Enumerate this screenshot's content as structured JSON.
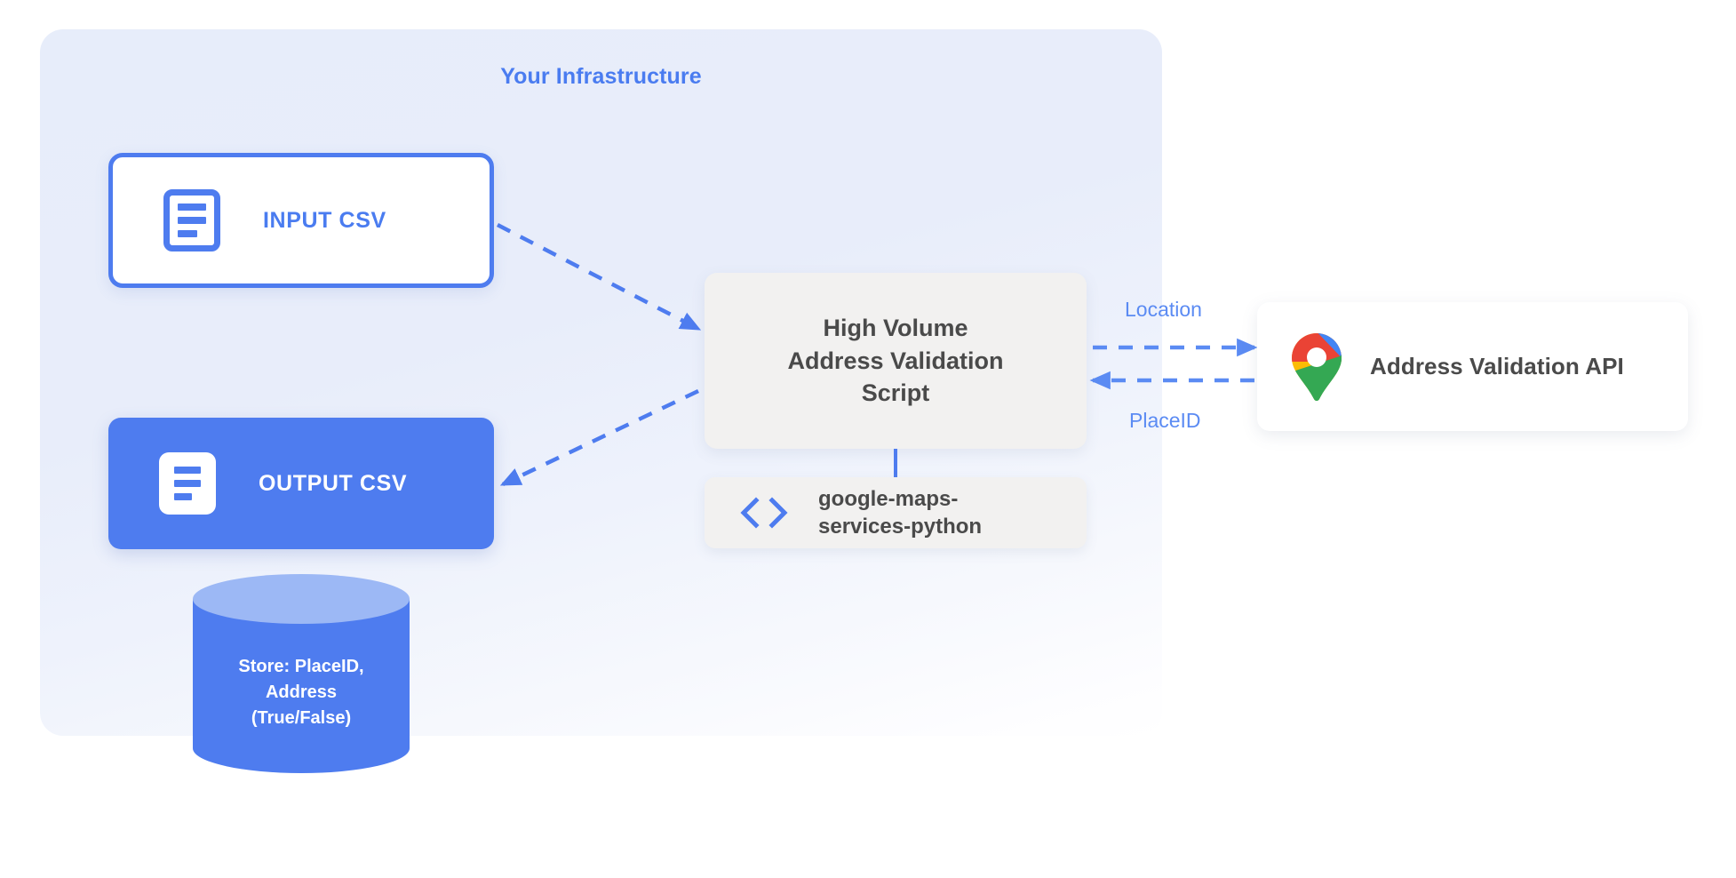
{
  "panel": {
    "title": "Your Infrastructure",
    "accent_color": "#4a7cf0",
    "background_color": "#e8edfa"
  },
  "nodes": {
    "input_csv": {
      "label": "INPUT CSV",
      "icon": "document-icon",
      "style": "outlined",
      "border_color": "#4e7cef",
      "fill_color": "#ffffff",
      "text_color": "#4a7cf0"
    },
    "output_csv": {
      "label": "OUTPUT CSV",
      "icon": "document-icon",
      "style": "filled",
      "fill_color": "#4e7cef",
      "text_color": "#ffffff"
    },
    "script": {
      "label": "High Volume\nAddress Validation\nScript",
      "fill_color": "#f2f1f0",
      "text_color": "#4a4a4a"
    },
    "library": {
      "label": "google-maps-\nservices-python",
      "icon": "code-icon",
      "fill_color": "#f2f1f0",
      "text_color": "#4a4a4a",
      "icon_color": "#4e7cef"
    },
    "api": {
      "label": "Address Validation API",
      "icon": "google-maps-pin-icon",
      "fill_color": "#ffffff",
      "text_color": "#4a4a4a"
    },
    "database": {
      "label": "Store: PlaceID,\nAddress\n(True/False)",
      "fill_color": "#4e7cef",
      "top_color": "#9cb8f5",
      "text_color": "#ffffff"
    }
  },
  "edges": {
    "input_to_script": {
      "label": "",
      "style": "dashed",
      "direction": "to-script",
      "color": "#4e7cef"
    },
    "script_to_output": {
      "label": "",
      "style": "dashed",
      "direction": "to-output",
      "color": "#4e7cef"
    },
    "script_to_api": {
      "label": "Location",
      "style": "dashed",
      "direction": "right",
      "color": "#5b8bf3"
    },
    "api_to_script": {
      "label": "PlaceID",
      "style": "dashed",
      "direction": "left",
      "color": "#5b8bf3"
    },
    "script_to_library": {
      "label": "",
      "style": "solid",
      "color": "#4e7cef"
    }
  },
  "icon_colors": {
    "maps_pin_blue": "#4285f4",
    "maps_pin_red": "#ea4335",
    "maps_pin_yellow": "#fbbc04",
    "maps_pin_green": "#34a853",
    "maps_pin_center": "#ffffff"
  }
}
